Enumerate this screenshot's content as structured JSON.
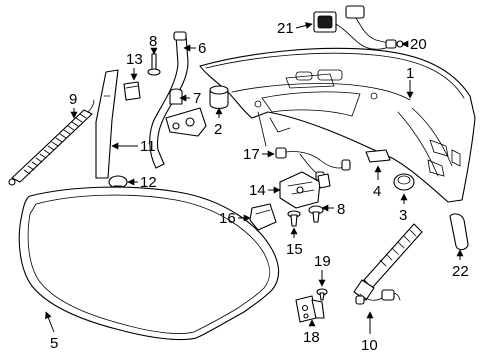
{
  "callouts": {
    "c1": "1",
    "c2": "2",
    "c3": "3",
    "c4": "4",
    "c5": "5",
    "c6": "6",
    "c7": "7",
    "c8a": "8",
    "c8b": "8",
    "c9": "9",
    "c10": "10",
    "c11": "11",
    "c12": "12",
    "c13": "13",
    "c14": "14",
    "c15": "15",
    "c16": "16",
    "c17": "17",
    "c18": "18",
    "c19": "19",
    "c20": "20",
    "c21": "21",
    "c22": "22"
  },
  "colors": {
    "line": "#000000",
    "background": "#ffffff"
  }
}
